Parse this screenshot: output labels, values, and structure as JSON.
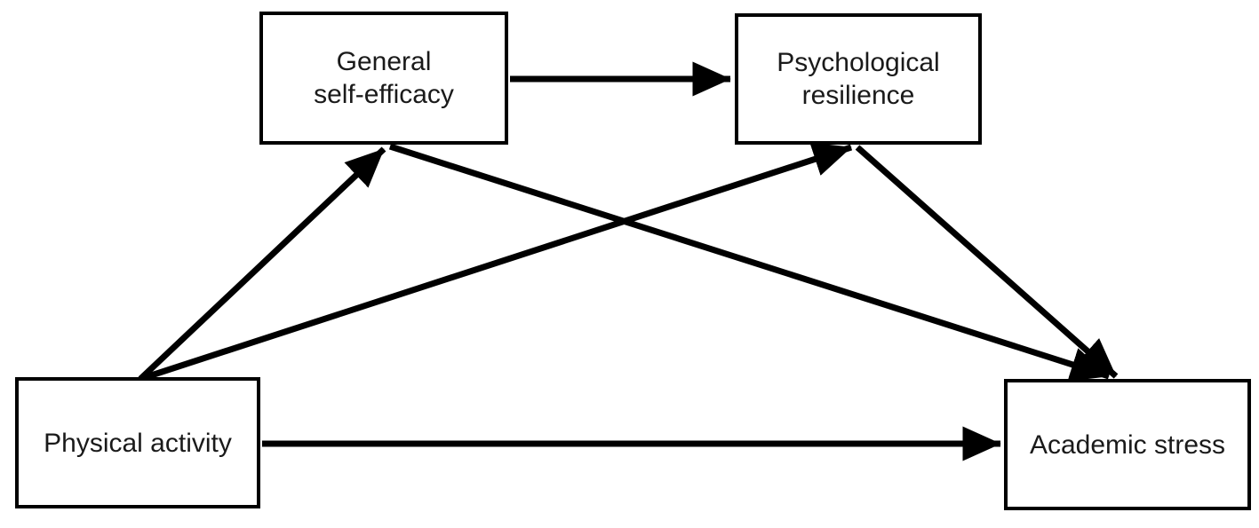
{
  "diagram": {
    "type": "path-model",
    "background_color": "#ffffff",
    "line_color": "#000000",
    "box_border_color": "#000000",
    "text_color": "#1a1a1a",
    "nodes": {
      "general_self_efficacy": {
        "label": "General\nself-efficacy"
      },
      "psychological_resilience": {
        "label": "Psychological\nresilience"
      },
      "physical_activity": {
        "label": "Physical activity"
      },
      "academic_stress": {
        "label": "Academic stress"
      }
    },
    "edges": [
      {
        "from": "General self-efficacy",
        "to": "Psychological resilience"
      },
      {
        "from": "Physical activity",
        "to": "General self-efficacy"
      },
      {
        "from": "Physical activity",
        "to": "Psychological resilience"
      },
      {
        "from": "General self-efficacy",
        "to": "Academic stress"
      },
      {
        "from": "Psychological resilience",
        "to": "Academic stress"
      },
      {
        "from": "Physical activity",
        "to": "Academic stress"
      }
    ]
  }
}
